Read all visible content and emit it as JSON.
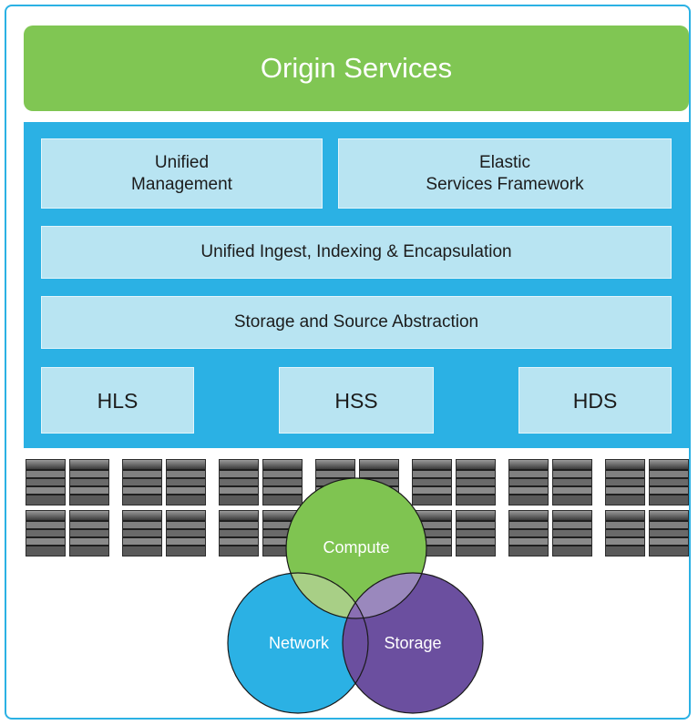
{
  "origin": {
    "label": "Origin Services"
  },
  "layers": {
    "unified_management": "Unified\nManagement",
    "elastic_services": "Elastic\nServices Framework",
    "ingest": "Unified Ingest, Indexing & Encapsulation",
    "storage_abstraction": "Storage and Source Abstraction"
  },
  "protocols": [
    "HLS",
    "HSS",
    "HDS"
  ],
  "venn": {
    "compute": "Compute",
    "network": "Network",
    "storage": "Storage"
  },
  "colors": {
    "origin_green": "#80c653",
    "stack_blue": "#2bb1e4",
    "box_fill": "#b8e4f2",
    "compute_green": "#7fc451",
    "network_blue": "#2bb1e4",
    "storage_purple": "#6b4f9f"
  }
}
